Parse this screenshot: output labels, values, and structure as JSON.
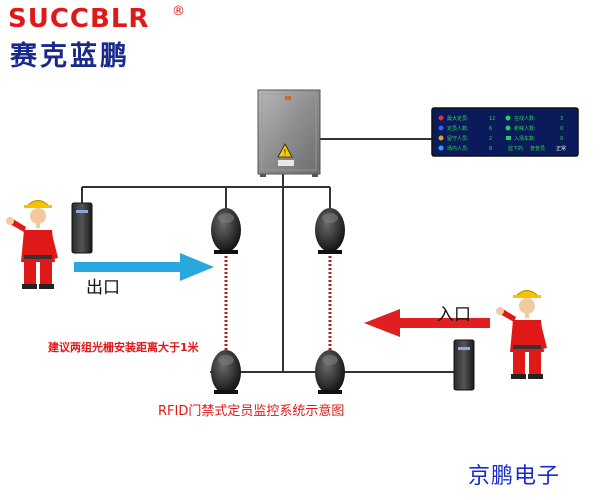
{
  "brand": {
    "name_en": "SUCCBLR",
    "registered_mark": "®",
    "name_cn": "赛克蓝鹏"
  },
  "labels": {
    "exit": "出口",
    "entry": "入口",
    "distance_note": "建议两组光栅安装距离大于1米",
    "caption": "RFID门禁式定员监控系统示意图",
    "company": "京鹏电子"
  },
  "display_panel": {
    "rows": [
      {
        "left_label": "最大定员:",
        "left_value": "12",
        "right_label": "在线人数:",
        "right_value": "3"
      },
      {
        "left_label": "定员人数:",
        "left_value": "6",
        "right_label": "新喊人数:",
        "right_value": "0"
      },
      {
        "left_label": "留守人员:",
        "left_value": "2",
        "right_label": "入场车数:",
        "right_value": "0"
      },
      {
        "left_label": "场内人员:",
        "left_value": "8",
        "right_label": "",
        "right_value": ""
      }
    ],
    "status_left": "监下的",
    "status_mid": "普普员",
    "status_right": "正常"
  },
  "colors": {
    "brand_red": "#e01818",
    "brand_blue": "#1a2a8c",
    "arrow_blue": "#29a8e0",
    "arrow_red": "#e02020",
    "wire": "#333333",
    "beam_red": "#cc2222",
    "cabinet": "#8a8a8a",
    "led_green": "#22dd44",
    "led_blue_bg": "#0a1a5a"
  },
  "icons": {
    "controller": "control-cabinet-icon",
    "display": "led-display-icon",
    "card_reader": "rfid-reader-icon",
    "sensor": "photoelectric-sensor-icon",
    "worker": "safety-helmet-worker-icon"
  }
}
